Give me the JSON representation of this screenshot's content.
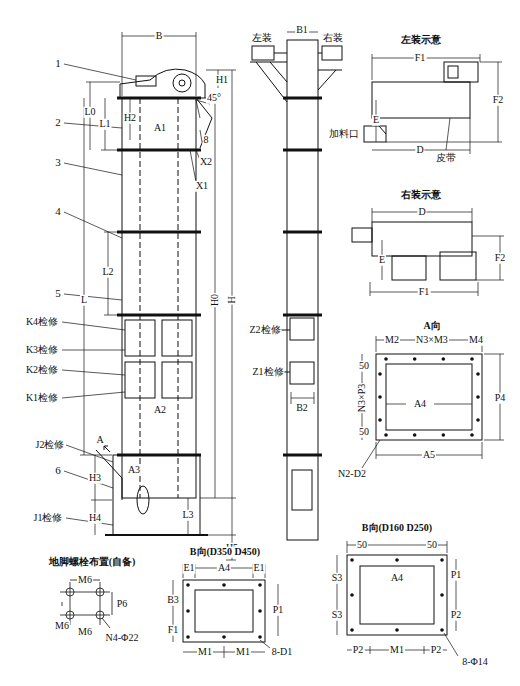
{
  "diagram": {
    "labels": [
      "B",
      "1",
      "2",
      "3",
      "4",
      "5",
      "6",
      "L0",
      "L1",
      "H2",
      "H1",
      "A1",
      "45°",
      "8",
      "X2",
      "X1",
      "L2",
      "L",
      "K4检修",
      "K3检修",
      "K2检修",
      "K1检修",
      "A2",
      "J2检修",
      "A",
      "H3",
      "J1检修",
      "H4",
      "A3",
      "L3",
      "H5",
      "H0",
      "H",
      "B1",
      "左装",
      "右装",
      "Z2检修",
      "Z1检修",
      "B2",
      "左装示意",
      "F1",
      "F2",
      "E",
      "加料口",
      "D",
      "皮带",
      "右装示意",
      "D",
      "E",
      "F2",
      "F1",
      "A向",
      "M2",
      "N3×M3",
      "M4",
      "50",
      "N3×P3",
      "P4",
      "A4",
      "50",
      "N2-D2",
      "A5",
      "B向(D350 D450)",
      "E1",
      "A4",
      "E1",
      "B3",
      "P1",
      "F1",
      "M1",
      "M1",
      "8-D1",
      "B向(D160 D250)",
      "50",
      "50",
      "A4",
      "S3",
      "P1",
      "S3",
      "P2",
      "P2",
      "M1",
      "P2",
      "8-Φ14",
      "地脚螺栓布置(自备)",
      "M6",
      "P6",
      "M6",
      "M6",
      "N4-Φ22"
    ]
  }
}
